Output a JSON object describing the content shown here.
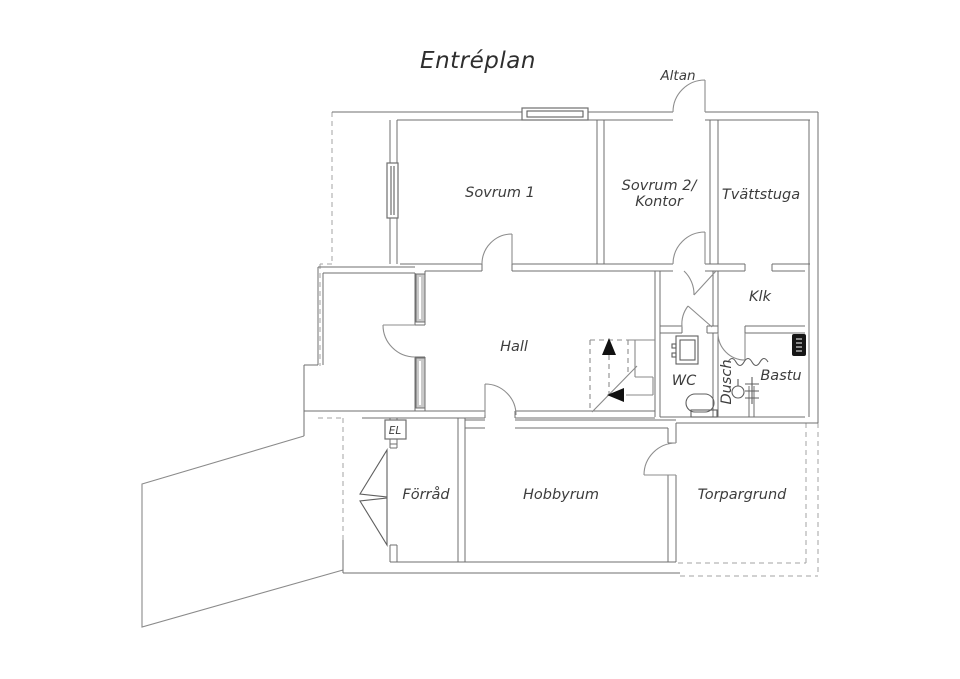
{
  "title": "Entréplan",
  "floor_plan": {
    "type": "architectural-floor-plan",
    "colors": {
      "background": "#ffffff",
      "walls": "#6f6f6f",
      "dashed_outline": "#a3a3a3",
      "text": "#3d3d3d",
      "stair_arrows": "#111111",
      "sauna_heater": "#161616"
    },
    "rooms": [
      {
        "name": "Sovrum 1"
      },
      {
        "name": "Sovrum 2/Kontor"
      },
      {
        "name": "Tvättstuga"
      },
      {
        "name": "Klk"
      },
      {
        "name": "Hall"
      },
      {
        "name": "WC"
      },
      {
        "name": "Dusch"
      },
      {
        "name": "Bastu"
      },
      {
        "name": "Förråd"
      },
      {
        "name": "Hobbyrum"
      },
      {
        "name": "Torpargrund"
      }
    ],
    "outdoor": [
      {
        "name": "Altan"
      }
    ],
    "features": [
      "EL",
      "stairs-up-arrow",
      "stairs-down-arrow",
      "sauna-heater",
      "toilet",
      "sink",
      "shower"
    ]
  },
  "labels": {
    "title": "Entréplan",
    "altan": "Altan",
    "sovrum1": "Sovrum 1",
    "sovrum2_line1": "Sovrum 2/",
    "sovrum2_line2": "Kontor",
    "tvattstuga": "Tvättstuga",
    "klk": "Klk",
    "hall": "Hall",
    "wc": "WC",
    "dusch": "Dusch",
    "bastu": "Bastu",
    "forrad": "Förråd",
    "hobbyrum": "Hobbyrum",
    "torpargrund": "Torpargrund",
    "el": "EL"
  }
}
